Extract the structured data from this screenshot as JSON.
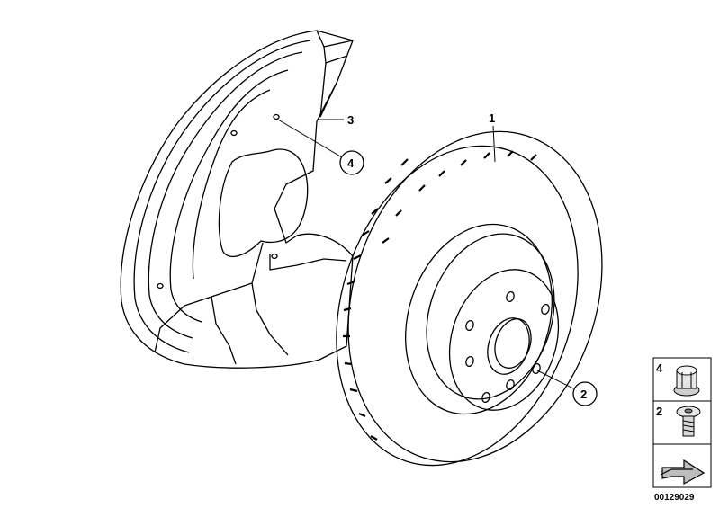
{
  "callouts": {
    "brake_disc": "1",
    "bolt": "2",
    "protection_plate": "3",
    "screw": "4"
  },
  "legend": {
    "items": [
      {
        "number": "4",
        "icon": "hex-flange-screw-icon"
      },
      {
        "number": "2",
        "icon": "flat-head-bolt-icon"
      },
      {
        "number": "",
        "icon": "arrow-icon"
      }
    ]
  },
  "diagram_id": "00129029"
}
